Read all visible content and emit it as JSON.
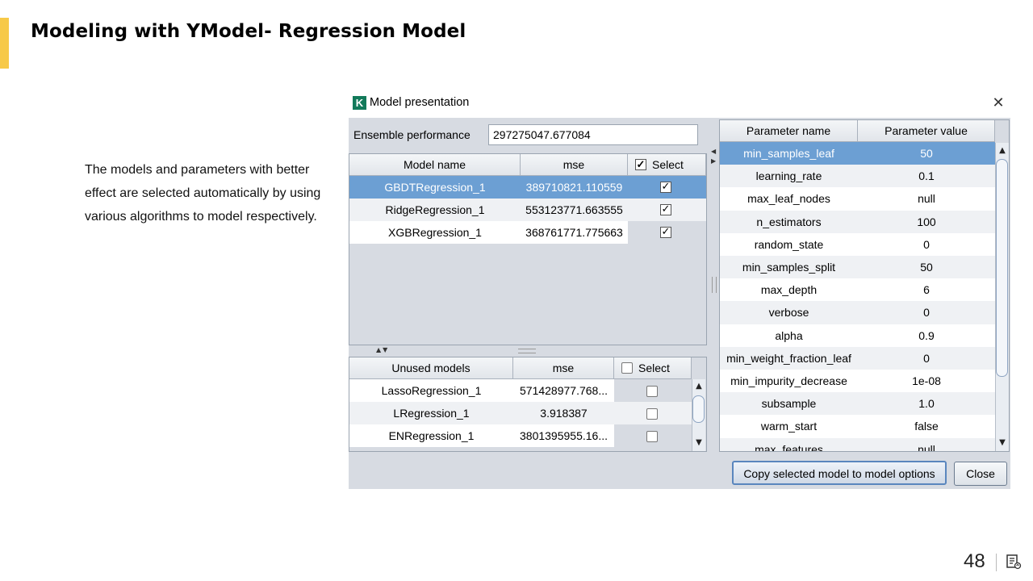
{
  "slide": {
    "title": "Modeling with YModel- Regression Model",
    "description": "The models and parameters with better effect are selected automatically by using various algorithms to model respectively.",
    "page_number": "48"
  },
  "dialog": {
    "title": "Model presentation",
    "logo_letter": "K",
    "ensemble_label": "Ensemble performance",
    "ensemble_value": "297275047.677084",
    "used_models": {
      "headers": {
        "name": "Model name",
        "mse": "mse",
        "select": "Select"
      },
      "select_all_checked": true,
      "rows": [
        {
          "name": "GBDTRegression_1",
          "mse": "389710821.110559",
          "checked": true,
          "selected": true
        },
        {
          "name": "RidgeRegression_1",
          "mse": "553123771.663555",
          "checked": true,
          "selected": false
        },
        {
          "name": "XGBRegression_1",
          "mse": "368761771.775663",
          "checked": true,
          "selected": false
        }
      ]
    },
    "unused_models": {
      "headers": {
        "name": "Unused models",
        "mse": "mse",
        "select": "Select"
      },
      "select_all_checked": false,
      "rows": [
        {
          "name": "LassoRegression_1",
          "mse": "571428977.768...",
          "checked": false
        },
        {
          "name": "LRegression_1",
          "mse": "3.918387",
          "checked": false
        },
        {
          "name": "ENRegression_1",
          "mse": "3801395955.16...",
          "checked": false
        }
      ]
    },
    "parameters": {
      "headers": {
        "name": "Parameter name",
        "value": "Parameter value"
      },
      "rows": [
        {
          "name": "min_samples_leaf",
          "value": "50",
          "selected": true
        },
        {
          "name": "learning_rate",
          "value": "0.1"
        },
        {
          "name": "max_leaf_nodes",
          "value": "null"
        },
        {
          "name": "n_estimators",
          "value": "100"
        },
        {
          "name": "random_state",
          "value": "0"
        },
        {
          "name": "min_samples_split",
          "value": "50"
        },
        {
          "name": "max_depth",
          "value": "6"
        },
        {
          "name": "verbose",
          "value": "0"
        },
        {
          "name": "alpha",
          "value": "0.9"
        },
        {
          "name": "min_weight_fraction_leaf",
          "value": "0"
        },
        {
          "name": "min_impurity_decrease",
          "value": "1e-08"
        },
        {
          "name": "subsample",
          "value": "1.0"
        },
        {
          "name": "warm_start",
          "value": "false"
        },
        {
          "name": "max_features",
          "value": "null"
        }
      ]
    },
    "buttons": {
      "copy": "Copy selected model to model options",
      "close": "Close"
    }
  }
}
